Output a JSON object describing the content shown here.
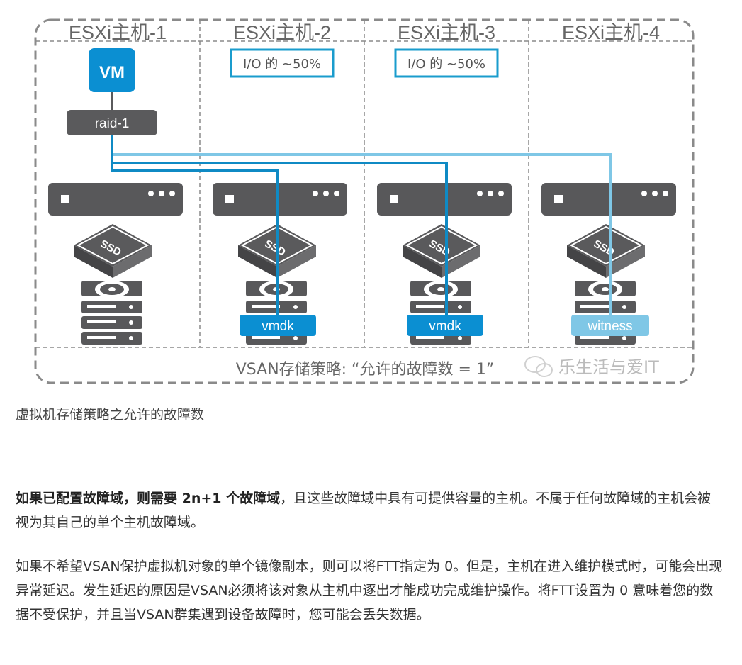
{
  "diagram": {
    "hosts": [
      "ESXi主机-1",
      "ESXi主机-2",
      "ESXi主机-3",
      "ESXi主机-4"
    ],
    "vm_label": "VM",
    "raid_label": "raid-1",
    "io_labels": [
      "I/O 的 ~50%",
      "I/O 的 ~50%"
    ],
    "ssd_label": "SSD",
    "components": [
      "vmdk",
      "vmdk",
      "witness"
    ],
    "policy_text": "VSAN存储策略: “允许的故障数 = 1”",
    "watermark": "乐生活与爱IT",
    "colors": {
      "vm_blue": "#0b8fd2",
      "line_blue": "#0f8ac4",
      "witness_light": "#7fc7e6",
      "server_gray": "#5a5a5c",
      "border_gray": "#8a8a8a"
    }
  },
  "caption": "虚拟机存储策略之允许的故障数",
  "para1": {
    "bold": "如果已配置故障域，则需要 2n+1 个故障域",
    "rest": "，且这些故障域中具有可提供容量的主机。不属于任何故障域的主机会被视为其自己的单个主机故障域。"
  },
  "para2": "如果不希望VSAN保护虚拟机对象的单个镜像副本，则可以将FTT指定为 0。但是，主机在进入维护模式时，可能会出现异常延迟。发生延迟的原因是VSAN必须将该对象从主机中逐出才能成功完成维护操作。将FTT设置为 0 意味着您的数据不受保护，并且当VSAN群集遇到设备故障时，您可能会丢失数据。"
}
